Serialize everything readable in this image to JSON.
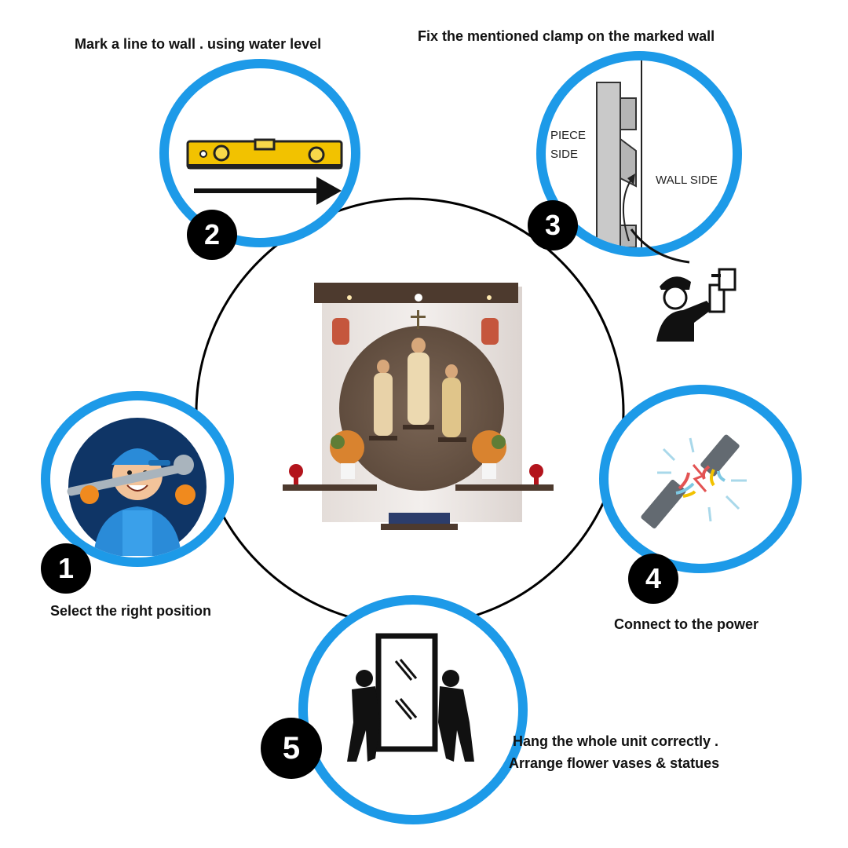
{
  "steps": [
    {
      "number": "1",
      "caption": "Select the right position",
      "icon": "plumber-mascot-icon"
    },
    {
      "number": "2",
      "caption": "Mark a line to wall . using  water level",
      "icon": "spirit-level-icon"
    },
    {
      "number": "3",
      "caption": "Fix the mentioned  clamp on the marked wall",
      "icon": "wall-clamp-diagram",
      "diagram_labels": {
        "piece_side_line1": "PIECE",
        "piece_side_line2": "SIDE",
        "wall_side": "WALL SIDE"
      }
    },
    {
      "number": "4",
      "caption": "Connect to  the  power",
      "icon": "cable-connection-icon"
    },
    {
      "number": "5",
      "caption_line1": "Hang the whole unit correctly .",
      "caption_line2": "Arrange  flower vases & statues",
      "icon": "two-people-carrying-panel-icon"
    }
  ],
  "center": {
    "image": "wall-altar-unit-photo"
  },
  "colors": {
    "ring": "#1d9ae8",
    "badge": "#000000",
    "orbit": "#000000",
    "level_yellow": "#f2c200"
  }
}
